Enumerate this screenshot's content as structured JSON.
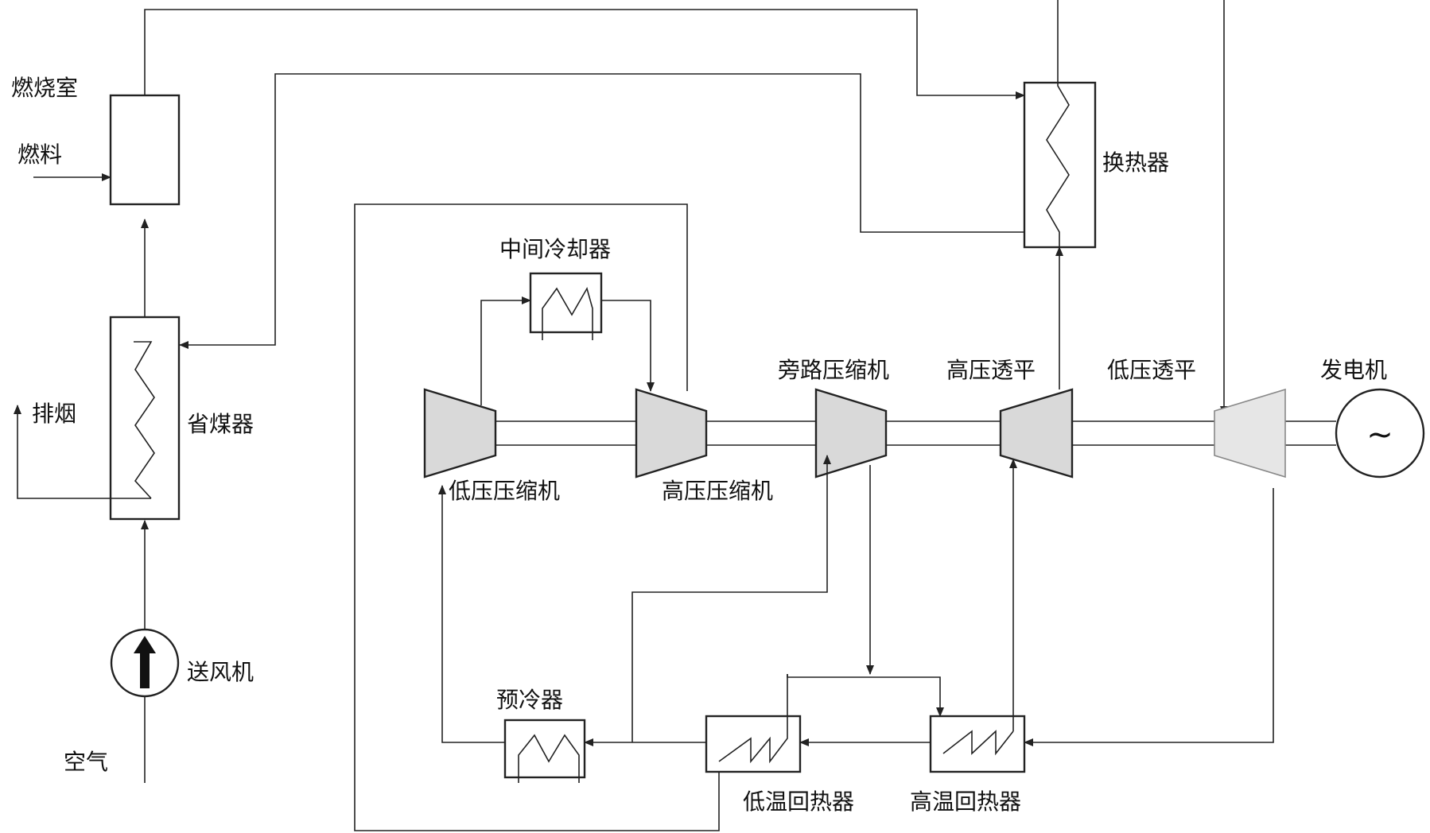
{
  "labels": {
    "combustor": "燃烧室",
    "fuel": "燃料",
    "economizer": "省煤器",
    "exhaust": "排烟",
    "blower": "送风机",
    "air": "空气",
    "heat_exchanger": "换热器",
    "intercooler": "中间冷却器",
    "lp_compressor": "低压压缩机",
    "hp_compressor": "高压压缩机",
    "bypass_compressor": "旁路压缩机",
    "hp_turbine": "高压透平",
    "lp_turbine": "低压透平",
    "generator": "发电机",
    "generator_symbol": "~",
    "precooler": "预冷器",
    "lt_recuperator": "低温回热器",
    "ht_recuperator": "高温回热器"
  }
}
